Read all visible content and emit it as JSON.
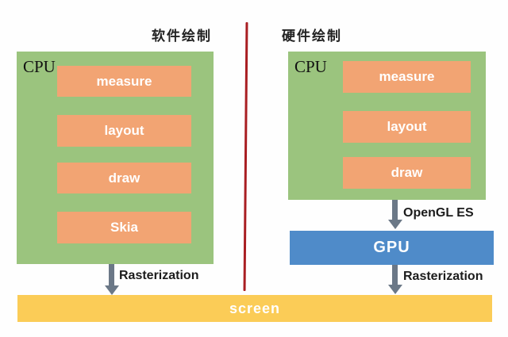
{
  "colors": {
    "green": "#9bc47e",
    "orange": "#f2a473",
    "yellow": "#fbcc57",
    "blue": "#4f8bc9",
    "red_divider": "#a91e22",
    "arrow_gray": "#6b7887"
  },
  "left": {
    "title": "软件绘制",
    "cpu_label": "CPU",
    "stages": [
      "measure",
      "layout",
      "draw",
      "Skia"
    ],
    "arrow_label": "Rasterization"
  },
  "right": {
    "title": "硬件绘制",
    "cpu_label": "CPU",
    "stages": [
      "measure",
      "layout",
      "draw"
    ],
    "opengl_arrow_label": "OpenGL ES",
    "gpu_label": "GPU",
    "raster_arrow_label": "Rasterization"
  },
  "screen": {
    "label": "screen"
  }
}
